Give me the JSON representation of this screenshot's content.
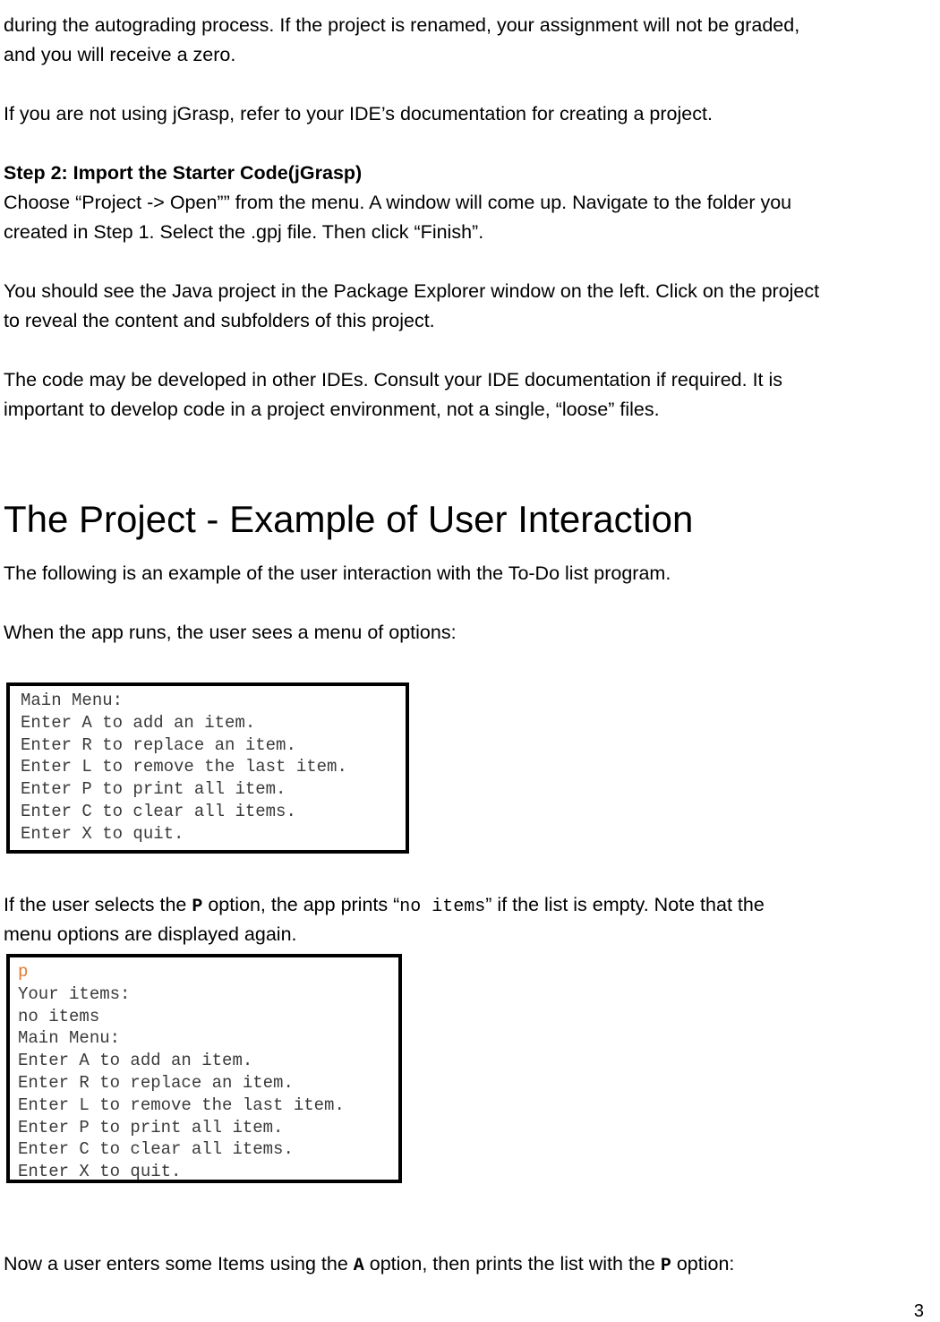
{
  "para1": {
    "line1": "during the autograding process. If the project is renamed, your assignment will not be graded,",
    "line2": "and you will receive a zero."
  },
  "para2": "If you are not using jGrasp, refer to your IDE’s documentation for creating a project.",
  "step2": {
    "heading": "Step 2: Import the Starter Code(jGrasp)",
    "line1": "Choose “Project -> Open”” from the menu. A window will come up. Navigate to the folder you",
    "line2": "created in Step 1. Select the  .gpj file. Then click “Finish”."
  },
  "para3": {
    "line1": "You should see the Java project in the Package Explorer window on the left. Click on the project",
    "line2": "to reveal the content and subfolders of this project."
  },
  "para4": {
    "line1": "The code may be developed in other IDEs. Consult your IDE documentation if required. It is",
    "line2": "important to develop code in a project environment, not a single, “loose” files."
  },
  "section_title": "The Project - Example of User Interaction",
  "para5": "The following is an example of the user interaction with the To-Do list program.",
  "para6": "When the app runs, the user sees a menu of options:",
  "console1": [
    "Main Menu:",
    "Enter A to add an item.",
    "Enter R to replace an item.",
    "Enter L to remove the last item.",
    "Enter P to print all item.",
    "Enter C to clear all items.",
    "Enter X to quit."
  ],
  "para7": {
    "before_p": "If the user selects the ",
    "p_code": "P",
    "mid": " option, the app prints “",
    "no_items_code": "no items",
    "after": "” if the list is empty. Note that the",
    "line2": "menu options are displayed again."
  },
  "console2": {
    "input": "p",
    "lines": [
      "Your items:",
      "no items",
      "Main Menu:",
      "Enter A to add an item.",
      "Enter R to replace an item.",
      "Enter L to remove the last item.",
      "Enter P to print all item.",
      "Enter C to clear all items.",
      "Enter X to quit."
    ]
  },
  "para8": {
    "before_a": "Now a user enters some Items using the ",
    "a_code": "A",
    "mid": " option, then prints the list with the ",
    "p_code": "P",
    "after": " option:"
  },
  "page_number": "3"
}
